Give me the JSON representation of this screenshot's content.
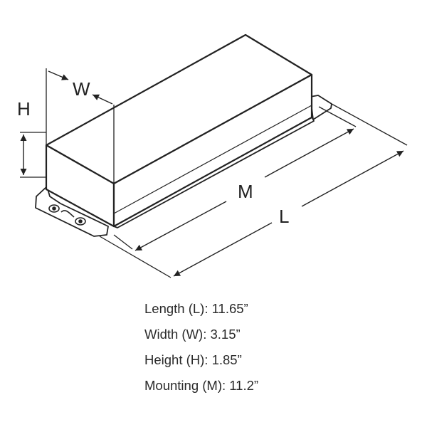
{
  "diagram": {
    "labels": {
      "width": "W",
      "height": "H",
      "mounting": "M",
      "length": "L"
    },
    "colors": {
      "stroke": "#222222",
      "background": "#ffffff",
      "text": "#2a2a2a"
    }
  },
  "specs": [
    {
      "text": "Length (L): 11.65”"
    },
    {
      "text": "Width (W): 3.15”"
    },
    {
      "text": "Height (H): 1.85”"
    },
    {
      "text": "Mounting (M): 11.2”"
    }
  ]
}
